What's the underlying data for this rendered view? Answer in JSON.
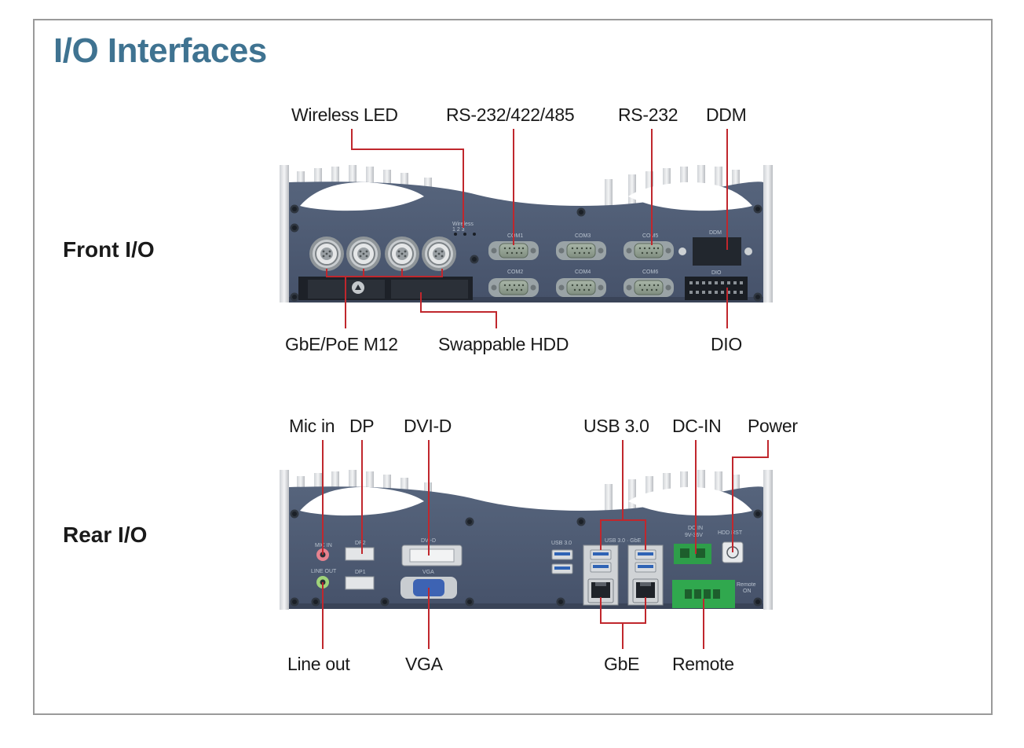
{
  "title": "I/O Interfaces",
  "colors": {
    "accent": "#3f7391",
    "leader": "#c0272d",
    "panel": "#4d5a72",
    "connector_green": "#2ea84e"
  },
  "front": {
    "heading": "Front I/O",
    "labels": {
      "wireless_led": "Wireless LED",
      "rs232_422_485": "RS-232/422/485",
      "rs232": "RS-232",
      "ddm": "DDM",
      "gbe_poe": "GbE/PoE M12",
      "swappable_hdd": "Swappable HDD",
      "dio": "DIO"
    },
    "panel_print": {
      "wireless": "Wireless",
      "wireless_nums": "1   2   3",
      "com1": "COM1",
      "com2": "COM2",
      "com3": "COM3",
      "com4": "COM4",
      "com5": "COM5",
      "com6": "COM6",
      "ddm": "DDM",
      "dio": "DIO"
    }
  },
  "rear": {
    "heading": "Rear I/O",
    "labels": {
      "mic_in": "Mic in",
      "dp": "DP",
      "dvi_d": "DVI-D",
      "usb30": "USB 3.0",
      "dc_in": "DC-IN",
      "power": "Power",
      "line_out": "Line out",
      "vga": "VGA",
      "gbe": "GbE",
      "remote": "Remote"
    },
    "panel_print": {
      "mic": "MIC  IN",
      "line": "LINE  OUT",
      "dp2": "DP2",
      "dp1": "DP1",
      "dvi": "DVI-D",
      "vga": "VGA",
      "usb": "USB  3.0",
      "usbgbe": "USB  3.0 · GbE",
      "dcin": "DC IN",
      "dcv": "9V-36V",
      "hdd": "HDD  RST",
      "remote": "Remote",
      "on": "ON"
    }
  }
}
